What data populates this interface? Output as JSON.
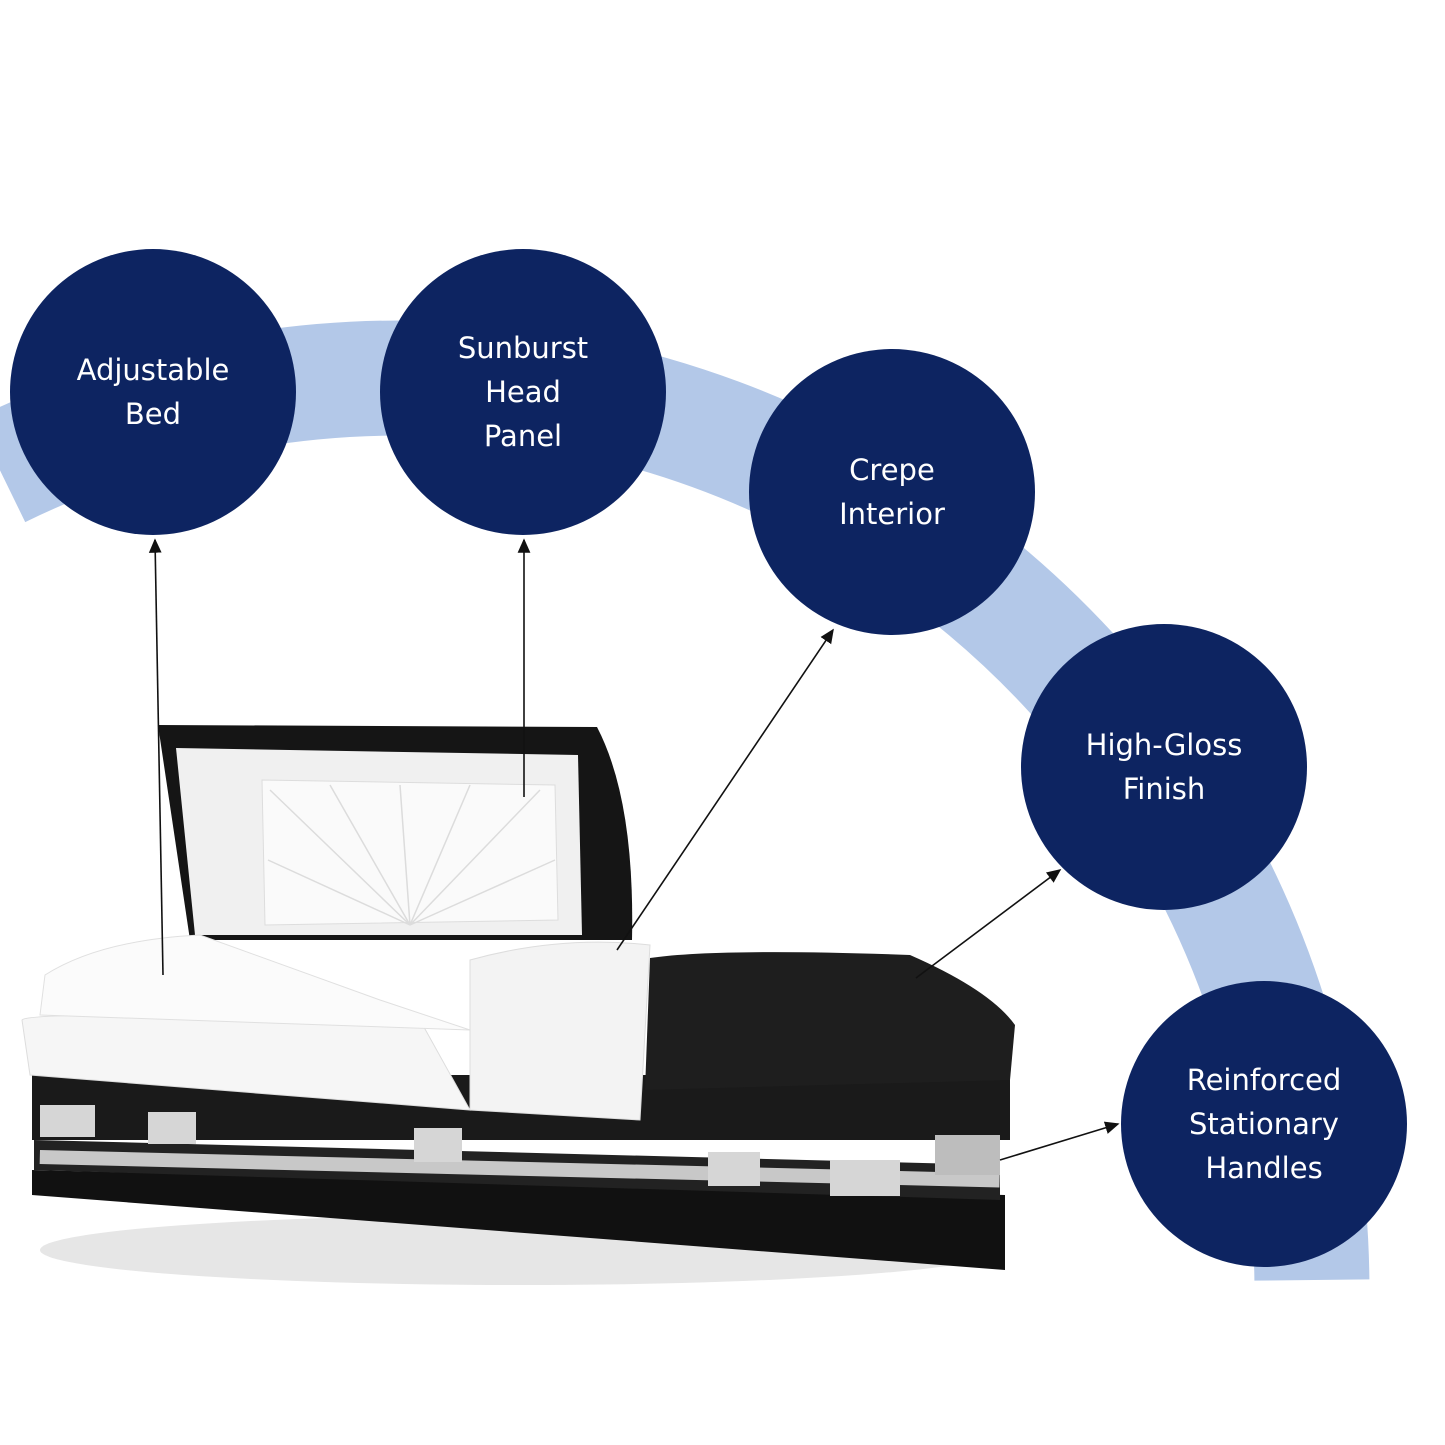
{
  "features": [
    {
      "id": "adjustable-bed",
      "label": "Adjustable\nBed"
    },
    {
      "id": "sunburst-head-panel",
      "label": "Sunburst\nHead\nPanel"
    },
    {
      "id": "crepe-interior",
      "label": "Crepe\nInterior"
    },
    {
      "id": "high-gloss-finish",
      "label": "High-Gloss\nFinish"
    },
    {
      "id": "reinforced-stationary-handles",
      "label": "Reinforced\nStationary\nHandles"
    }
  ],
  "colors": {
    "bubble": "#0d2461",
    "arc": "#b3c8e8",
    "casket": "#1a1a1a",
    "interior": "#f4f4f4",
    "hardware": "#c8c8c8"
  }
}
